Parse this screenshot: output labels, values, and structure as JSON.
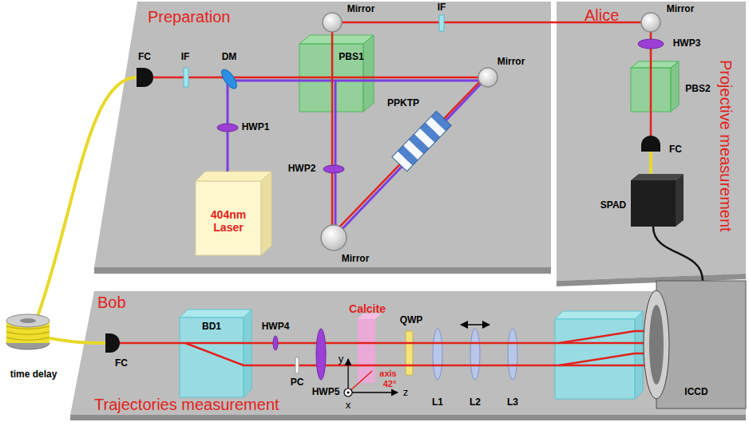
{
  "diagram": {
    "nodes": [
      {
        "text": [
          "Preparation"
        ]
      },
      {
        "text": [
          "404nm Laser"
        ],
        "in": 0
      },
      {
        "text": [
          "Alice",
          "Projective measurement"
        ]
      },
      {
        "text": [
          "Bob",
          "Trajectories measurement"
        ]
      }
    ],
    "labels": [
      "Mirror",
      "IF",
      "Mirror",
      "FC",
      "IF",
      "DM",
      "PBS1",
      "Mirror",
      "HWP1",
      "HWP2",
      "PPKTP",
      "Mirror",
      "HWP3",
      "PBS2",
      "FC",
      "SPAD",
      "time delay",
      "FC",
      "BD1",
      "HWP4",
      "PC",
      "HWP5",
      "Calcite",
      "y",
      "x",
      "z",
      "axis",
      "42°",
      "QWP",
      "L1",
      "L2",
      "L3",
      "ICCD"
    ]
  }
}
